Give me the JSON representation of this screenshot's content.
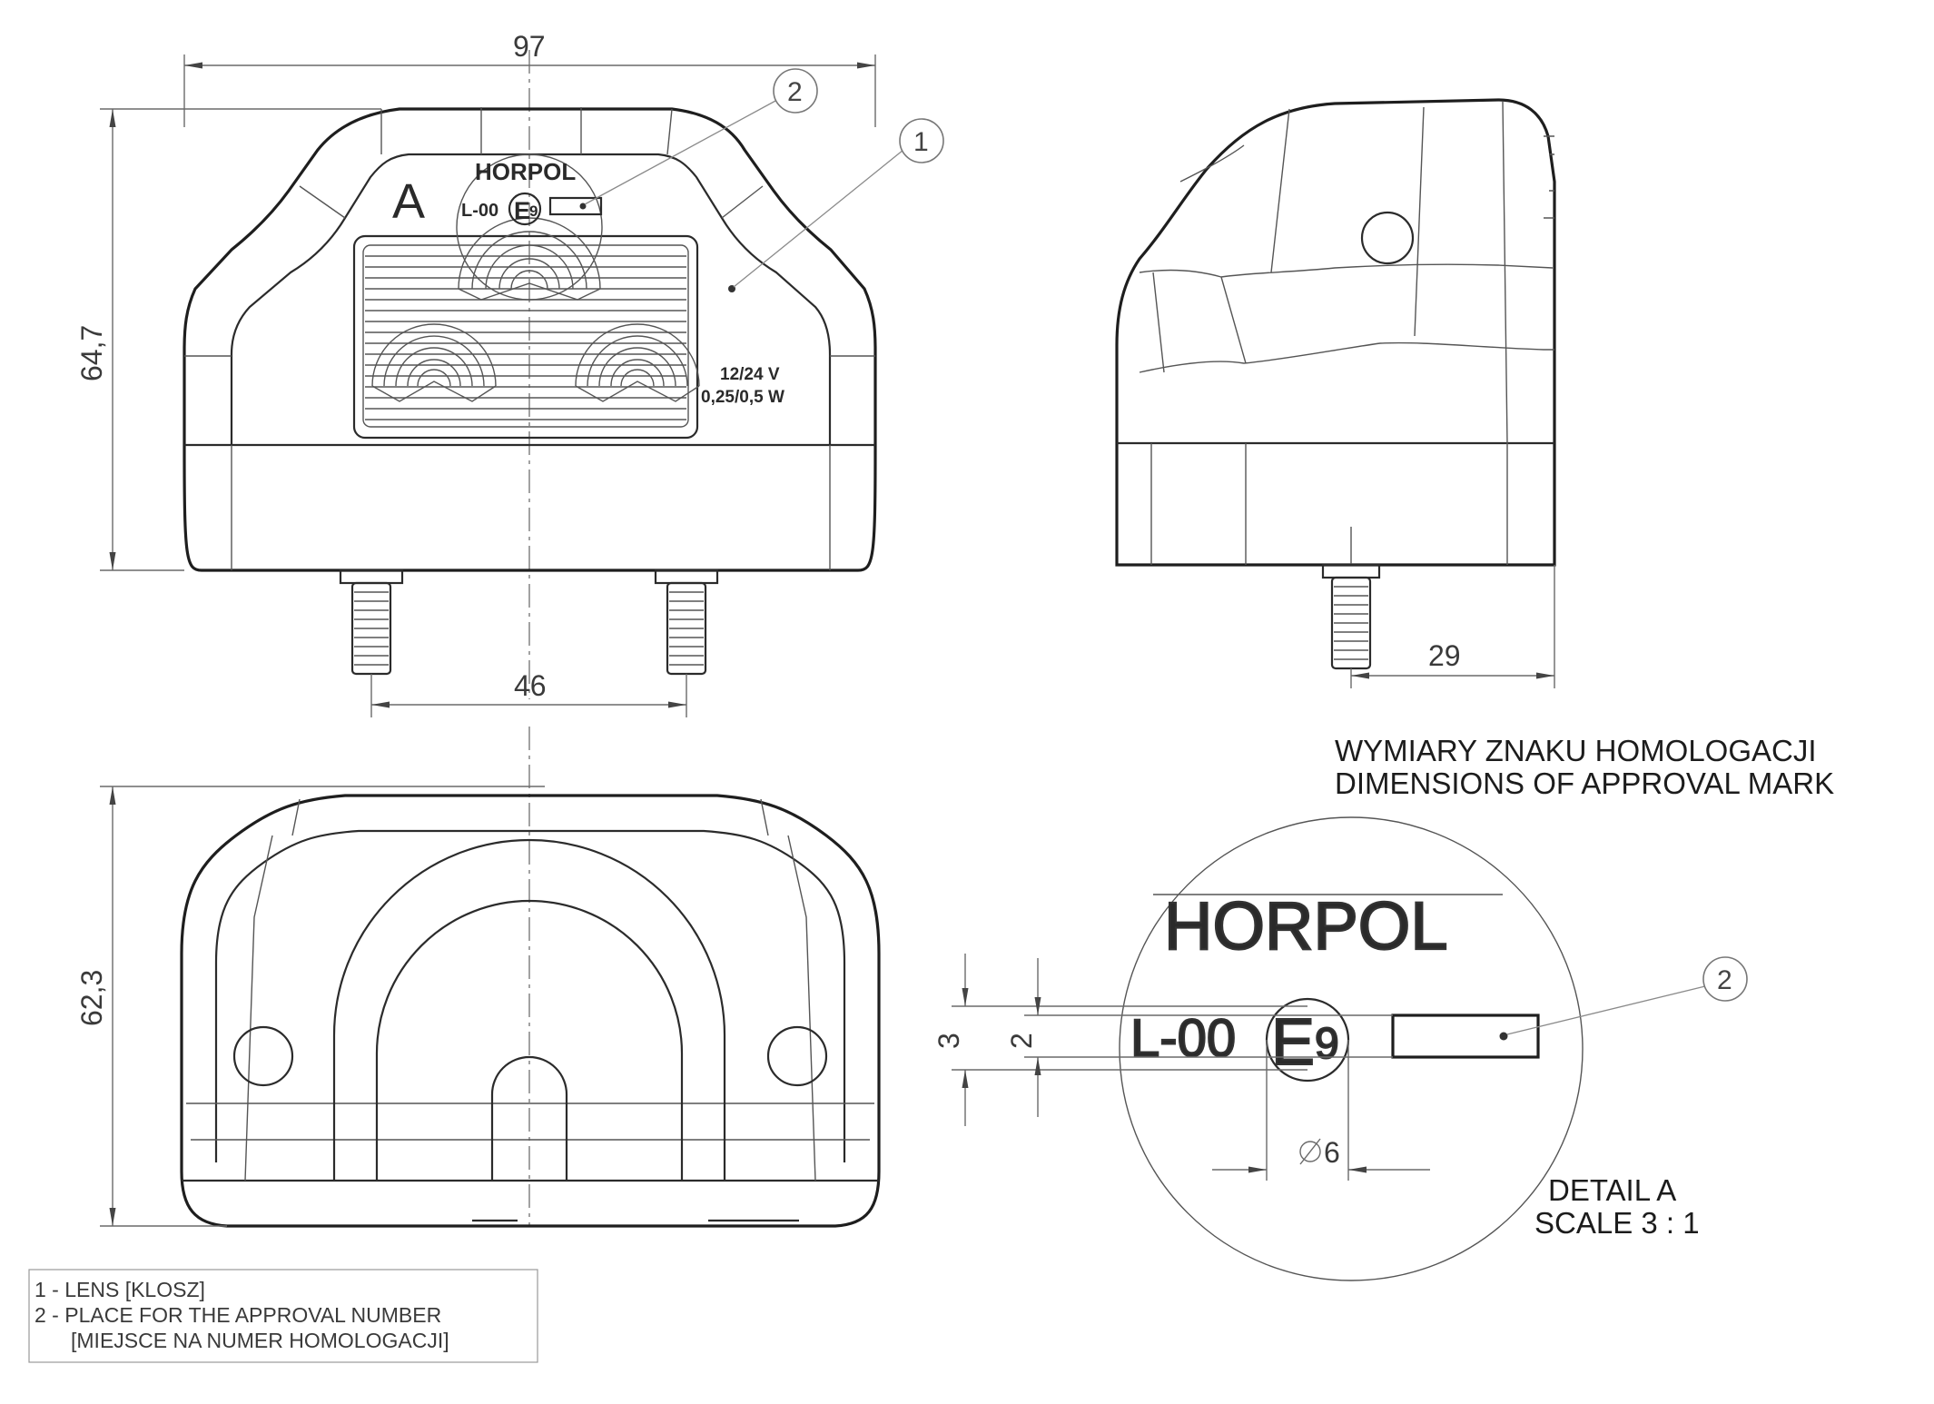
{
  "dimensions": {
    "width_total": "97",
    "height_front": "64,7",
    "stud_spacing": "46",
    "depth": "29",
    "height_bottom": "62,3",
    "mark_height": "3",
    "mark_inner_height": "2",
    "mark_circle_diameter": "6"
  },
  "balloons": {
    "one": "1",
    "two": "2",
    "two_detail": "2"
  },
  "marking": {
    "brand": "HORPOL",
    "code": "L-00",
    "e_letter": "E",
    "e_number": "9",
    "detail_ref": "A",
    "voltage": "12/24 V",
    "power": "0,25/0,5 W"
  },
  "title_block": {
    "line1": "WYMIARY ZNAKU HOMOLOGACJI",
    "line2": "DIMENSIONS OF APPROVAL MARK",
    "detail_label": "DETAIL A",
    "scale_label": "SCALE 3 : 1"
  },
  "legend": {
    "item1": "1 - LENS [KLOSZ]",
    "item2": "2 - PLACE FOR THE APPROVAL NUMBER",
    "item2b": "[MIEJSCE NA NUMER HOMOLOGACJI]"
  }
}
